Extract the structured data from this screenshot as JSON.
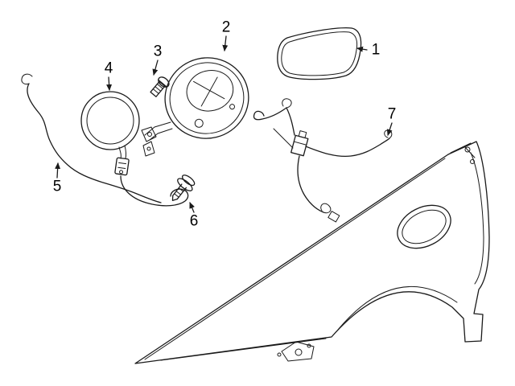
{
  "canvas": {
    "background_color": "#ffffff",
    "line_color": "#1a1a1a"
  },
  "callouts": [
    {
      "id": 1,
      "label": "1"
    },
    {
      "id": 2,
      "label": "2"
    },
    {
      "id": 3,
      "label": "3"
    },
    {
      "id": 4,
      "label": "4"
    },
    {
      "id": 5,
      "label": "5"
    },
    {
      "id": 6,
      "label": "6"
    },
    {
      "id": 7,
      "label": "7"
    }
  ]
}
